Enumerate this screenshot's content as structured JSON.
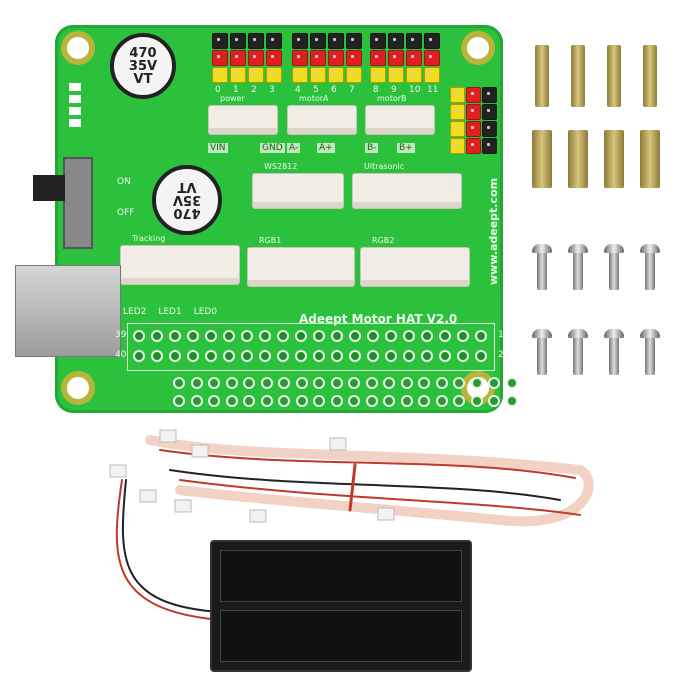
{
  "board": {
    "title": "Adeept Motor HAT V2.0",
    "website": "www.adeept.com",
    "color": "#2cc13c",
    "capacitor_lines": [
      "470",
      "35V",
      "VT"
    ],
    "pin_numbers": [
      "0",
      "1",
      "2",
      "3",
      "4",
      "5",
      "6",
      "7",
      "8",
      "9",
      "10",
      "11"
    ],
    "connector_labels": [
      "power",
      "motorA",
      "motorB",
      "WS2812",
      "Ultrasonic",
      "Tracking",
      "RGB1",
      "RGB2"
    ],
    "terminal_labels": [
      "VIN",
      "GND",
      "A-",
      "A+",
      "B-",
      "B+"
    ],
    "switch_labels": [
      "ON",
      "OFF"
    ],
    "header_labels": [
      "39",
      "40",
      "1",
      "2"
    ],
    "led_labels": [
      "LED2",
      "LED1",
      "LED0"
    ]
  },
  "colors": {
    "pcb": "#2cc13c",
    "pin_black": "#222222",
    "pin_red": "#e02020",
    "pin_yellow": "#f3dd1a",
    "brass": "#c8b060",
    "battery_holder": "#1a1a1a"
  },
  "accessories": {
    "standoffs": 8,
    "screws": 8,
    "battery_slots": 2
  }
}
